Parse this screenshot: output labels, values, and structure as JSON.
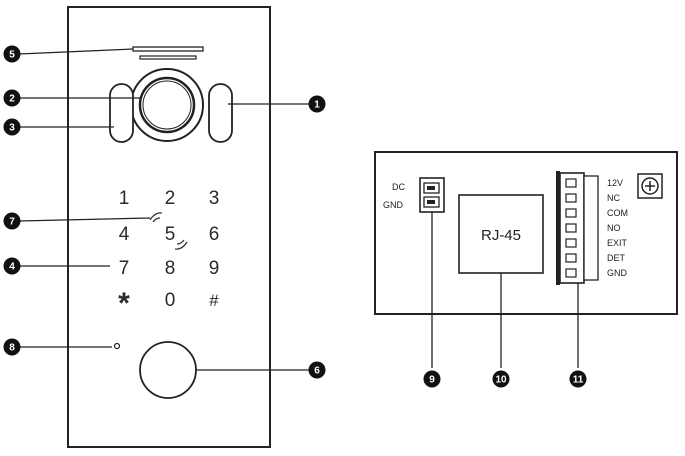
{
  "keypad": {
    "keys": [
      "1",
      "2",
      "3",
      "4",
      "5",
      "6",
      "7",
      "8",
      "9",
      "*",
      "0",
      "#"
    ]
  },
  "terminal_block": {
    "power_labels": [
      "DC",
      "GND"
    ],
    "rj45_label": "RJ-45",
    "pin_labels": [
      "12V",
      "NC",
      "COM",
      "NO",
      "EXIT",
      "DET",
      "GND"
    ]
  },
  "callouts": {
    "c1": "1",
    "c2": "2",
    "c3": "3",
    "c4": "4",
    "c5": "5",
    "c6": "6",
    "c7": "7",
    "c8": "8",
    "c9": "9",
    "c10": "10",
    "c11": "11"
  },
  "colors": {
    "line": "#222222",
    "callout_fill": "#111111"
  }
}
